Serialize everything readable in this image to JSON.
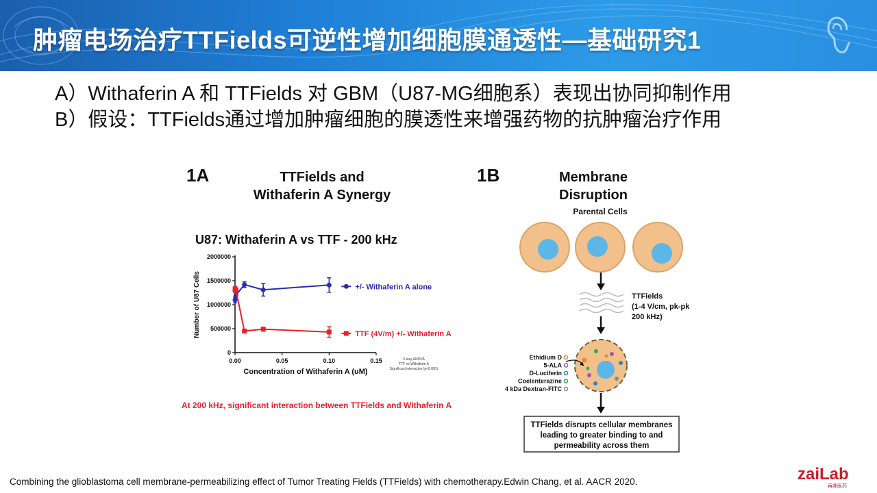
{
  "slide": {
    "title": "肿瘤电场治疗TTFields可逆性增加细胞膜通透性—基础研究1",
    "bullet_a": "A）Withaferin A 和 TTFields 对 GBM（U87-MG细胞系）表现出协同抑制作用",
    "bullet_b": "B）假设：TTFields通过增加肿瘤细胞的膜透性来增强药物的抗肿瘤治疗作用",
    "footer": "Combining the glioblastoma cell membrane-permeabilizing effect of Tumor Treating Fields (TTFields) with chemotherapy.Edwin Chang, et al. AACR 2020.",
    "logo_text": "zaiLab",
    "logo_sub": "再鼎医药",
    "colors": {
      "header": "#1f7fd6",
      "series_blue": "#2a2bb5",
      "series_red": "#e8202a"
    }
  },
  "fig1a": {
    "panel_label": "1A",
    "heading_line1": "TTFields and",
    "heading_line2": "Withaferin A Synergy",
    "conclusion": "At 200 kHz, significant interaction between TTFields and Withaferin A",
    "stats_note": [
      "2-way ANOVA",
      "TTF vs Withaferin A",
      "Significant interaction (p<0.001)"
    ]
  },
  "chart_data": {
    "type": "line",
    "title": "U87: Withaferin A vs TTF - 200 kHz",
    "xlabel": "Concentration of Withaferin A (uM)",
    "ylabel": "Number of U87 Cells",
    "xlim": [
      0,
      0.15
    ],
    "ylim": [
      0,
      2000000
    ],
    "x_ticks": [
      0.0,
      0.05,
      0.1,
      0.15
    ],
    "x_tick_labels": [
      "0.00",
      "0.05",
      "0.10",
      "0.15"
    ],
    "y_ticks": [
      0,
      500000,
      1000000,
      1500000,
      2000000
    ],
    "y_tick_labels": [
      "0",
      "500000",
      "1000000",
      "1500000",
      "2000000"
    ],
    "legend_placement": "right",
    "series": [
      {
        "name": "+/- Withaferin A alone",
        "color": "#2a2bb5",
        "marker": "circle",
        "x": [
          0,
          0.001,
          0.01,
          0.03,
          0.1
        ],
        "y": [
          1100000,
          1200000,
          1420000,
          1310000,
          1410000
        ],
        "err": [
          60000,
          60000,
          60000,
          130000,
          150000
        ]
      },
      {
        "name": "TTF (4V/m) +/- Withaferin A",
        "color": "#e8202a",
        "marker": "square",
        "x": [
          0,
          0.001,
          0.01,
          0.03,
          0.1
        ],
        "y": [
          1320000,
          1300000,
          450000,
          490000,
          430000
        ],
        "err": [
          60000,
          50000,
          40000,
          40000,
          110000
        ]
      }
    ]
  },
  "fig1b": {
    "panel_label": "1B",
    "heading_line1": "Membrane",
    "heading_line2": "Disruption",
    "parental_label": "Parental Cells",
    "ttf_line1": "TTFields",
    "ttf_line2": "(1-4 V/cm, pk-pk",
    "ttf_line3": "200 kHz)",
    "markers": [
      {
        "label": "Ethidium D",
        "color": "#f08a24"
      },
      {
        "label": "5-ALA",
        "color": "#9b59b6"
      },
      {
        "label": "D-Luciferin",
        "color": "#2e86c1"
      },
      {
        "label": "Coelenterazine",
        "color": "#27ae60"
      },
      {
        "label": "4 kDa Dextran-FITC",
        "color": "#7f8c8d"
      }
    ],
    "result_line1": "TTFields disrupts cellular membranes",
    "result_line2": "leading to greater binding to and",
    "result_line3": "permeability across them"
  }
}
